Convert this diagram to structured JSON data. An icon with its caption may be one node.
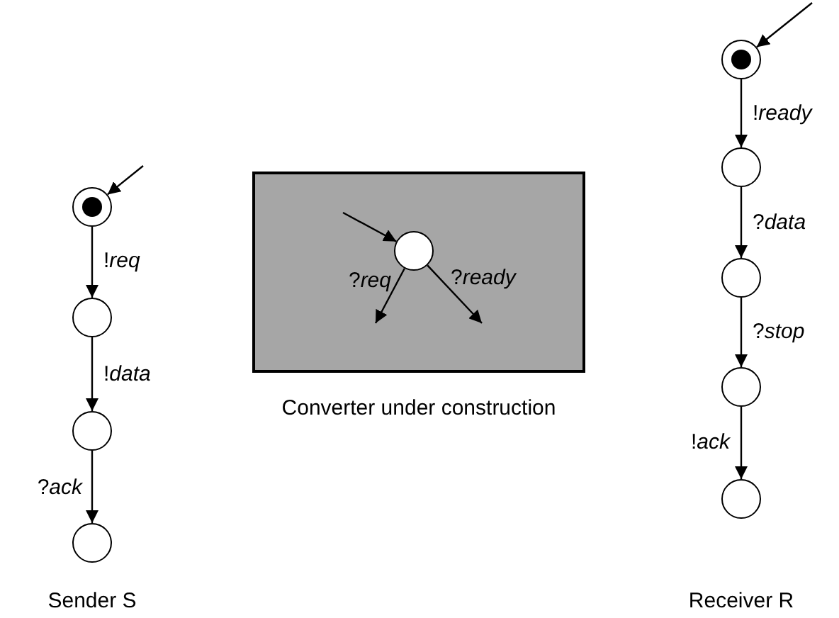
{
  "diagram": {
    "nodes": [
      {
        "text": [],
        "shape": "target"
      },
      {
        "text": [],
        "shape": "circle"
      },
      {
        "text": [],
        "shape": "circle"
      },
      {
        "text": [],
        "shape": "circle"
      },
      {
        "text": [],
        "shape": "box",
        "beside": [
          "Converter under construction"
        ]
      },
      {
        "text": [],
        "shape": "circle",
        "in": 4
      },
      {
        "text": [],
        "shape": "target"
      },
      {
        "text": [],
        "shape": "circle"
      },
      {
        "text": [],
        "shape": "circle"
      },
      {
        "text": [],
        "shape": "circle"
      },
      {
        "text": [],
        "shape": "circle"
      }
    ],
    "edges": [
      {
        "from": null,
        "to": 0,
        "arrow": "to"
      },
      {
        "from": 0,
        "to": 1,
        "arrow": "to",
        "label": "!*req*"
      },
      {
        "from": 1,
        "to": 2,
        "arrow": "to",
        "label": "!*data*"
      },
      {
        "from": 2,
        "to": 3,
        "arrow": "to",
        "label": "?*ack*"
      },
      {
        "from": null,
        "to": 5,
        "arrow": "to"
      },
      {
        "from": 5,
        "to": null,
        "arrow": "to",
        "label": "?*req*"
      },
      {
        "from": 5,
        "to": null,
        "arrow": "to",
        "label": "?*ready*"
      },
      {
        "from": null,
        "to": 6,
        "arrow": "to"
      },
      {
        "from": 6,
        "to": 7,
        "arrow": "to",
        "label": "!*ready*"
      },
      {
        "from": 7,
        "to": 8,
        "arrow": "to",
        "label": "?*data*"
      },
      {
        "from": 8,
        "to": 9,
        "arrow": "to",
        "label": "?*stop*"
      },
      {
        "from": 9,
        "to": 10,
        "arrow": "to",
        "label": "!*ack*"
      }
    ],
    "labels": [
      "Sender S",
      "Receiver R"
    ]
  }
}
